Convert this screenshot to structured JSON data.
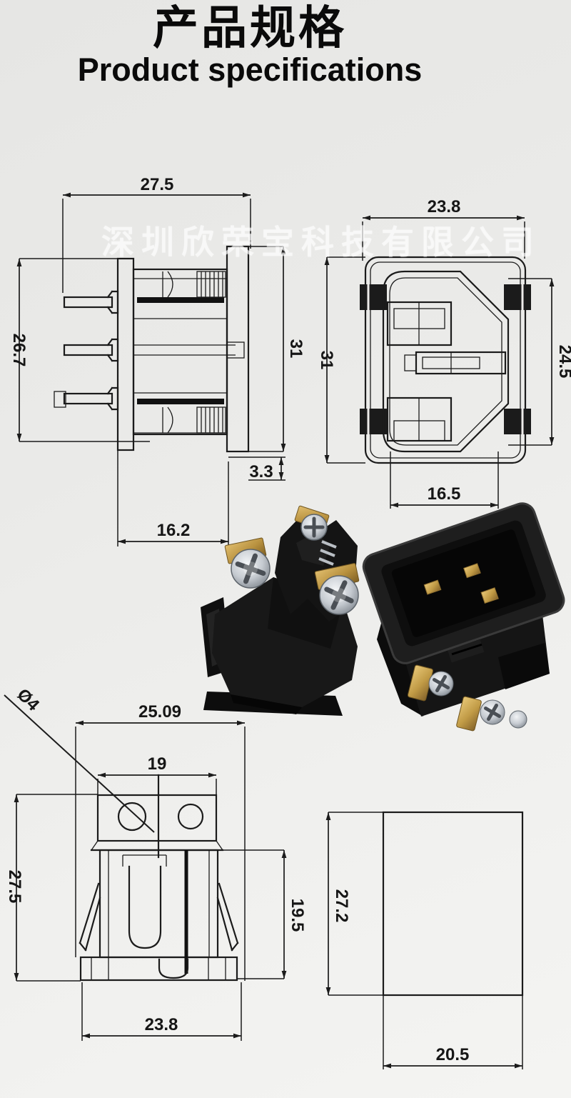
{
  "title": {
    "zh": "产品规格",
    "en": "Product specifications"
  },
  "watermark": "深圳欣荣宝科技有限公司",
  "drawings": {
    "side_view": {
      "dims": {
        "width_top": "27.5",
        "height_left": "26.7",
        "height_right": "31",
        "flange_offset": "3.3",
        "body_width": "16.2"
      }
    },
    "front_view": {
      "dims": {
        "width_top": "23.8",
        "height_left": "31",
        "height_right": "24.5",
        "width_bottom": "16.5"
      }
    },
    "back_view": {
      "dims": {
        "hole_dia": "Ø4",
        "width_top": "25.09",
        "hole_span": "19",
        "height_left": "27.5",
        "height_right": "19.5",
        "width_bottom": "23.8"
      }
    },
    "panel_cutout": {
      "dims": {
        "height_left": "27.2",
        "width_bottom": "20.5"
      }
    }
  },
  "colors": {
    "background_top": "#e6e6e4",
    "background_bottom": "#f4f4f2",
    "line": "#1b1b1b",
    "title": "#0a0a0a",
    "watermark": "rgba(255,255,255,0.6)",
    "connector_body": "#161616",
    "brass": "#bf9a4a",
    "screw_silver": "#ccd0d4"
  }
}
